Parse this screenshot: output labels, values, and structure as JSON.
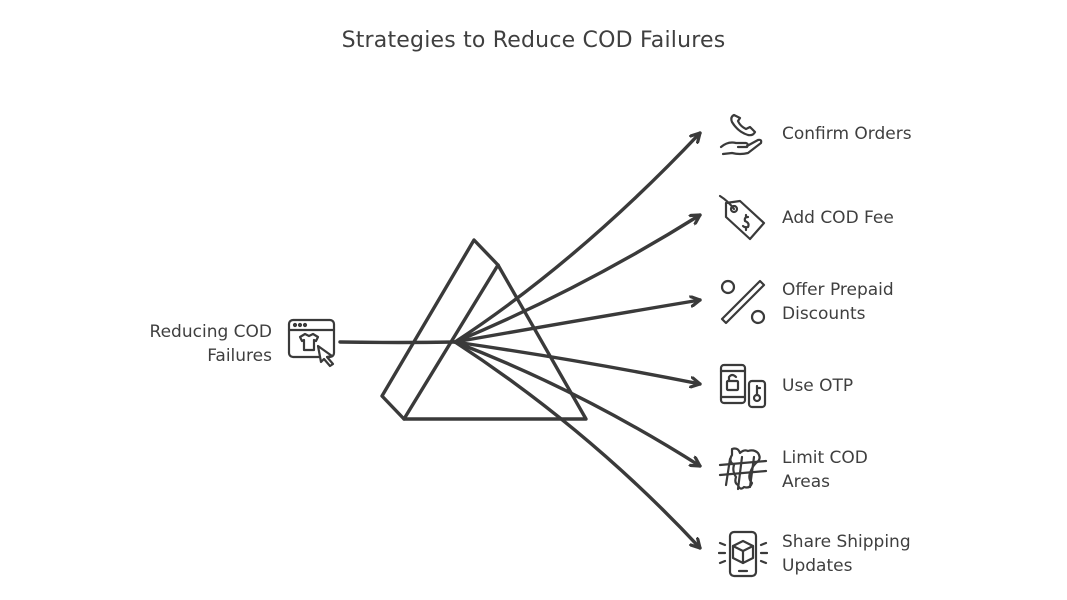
{
  "title": "Strategies to Reduce COD Failures",
  "source": {
    "line1": "Reducing COD",
    "line2": "Failures",
    "icon": "browser-shirt-cursor-icon"
  },
  "items": [
    {
      "line1": "Confirm Orders",
      "line2": "",
      "icon": "phone-hand-icon"
    },
    {
      "line1": "Add COD Fee",
      "line2": "",
      "icon": "price-tag-icon"
    },
    {
      "line1": "Offer Prepaid",
      "line2": "Discounts",
      "icon": "percent-icon"
    },
    {
      "line1": "Use OTP",
      "line2": "",
      "icon": "phone-lock-key-icon"
    },
    {
      "line1": "Limit COD",
      "line2": "Areas",
      "icon": "fenced-map-icon"
    },
    {
      "line1": "Share Shipping",
      "line2": "Updates",
      "icon": "phone-package-icon"
    }
  ],
  "colors": {
    "stroke": "#3a3a3a",
    "text": "#3f3f3f",
    "background": "#ffffff"
  }
}
